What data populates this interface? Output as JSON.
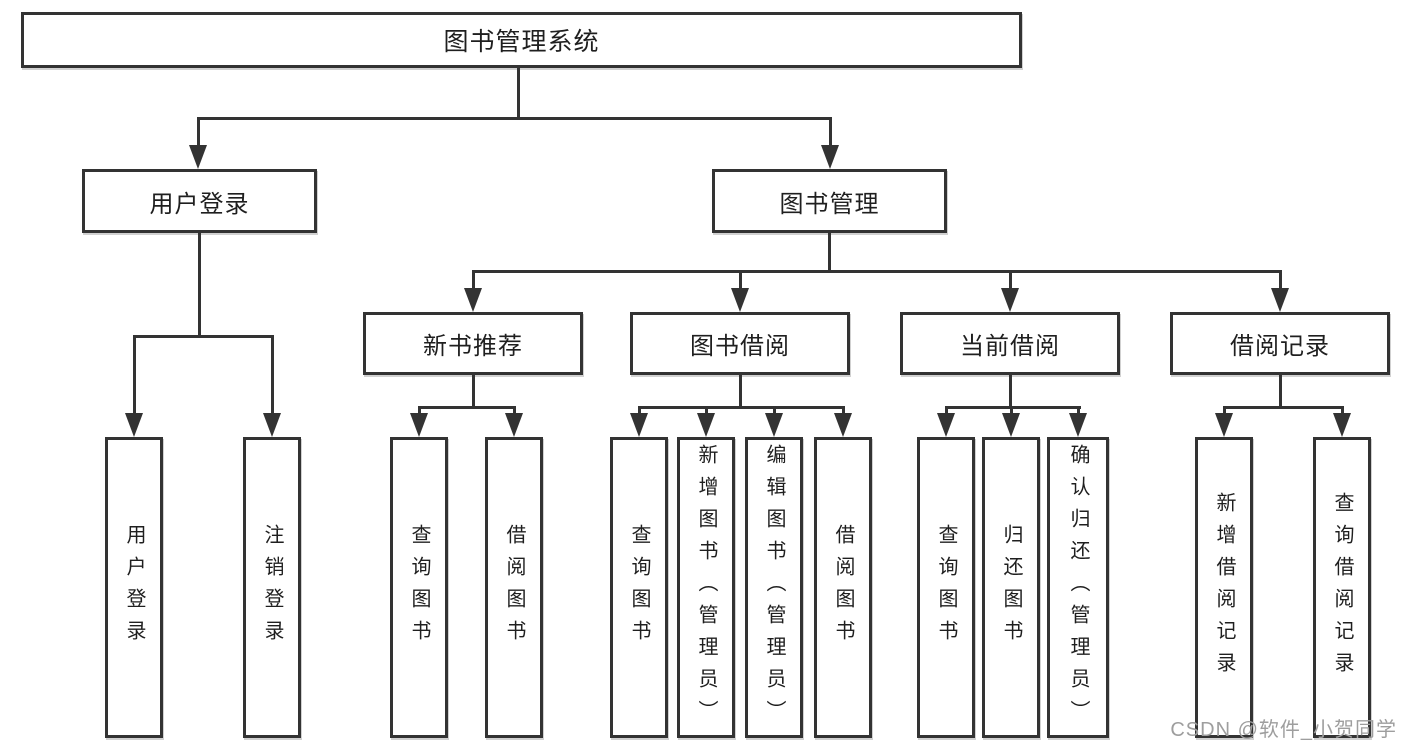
{
  "diagram": {
    "type": "hierarchy-tree",
    "colors": {
      "line": "#333333",
      "text": "#1f1f1f",
      "background": "#ffffff",
      "watermark": "#9e9e9e"
    },
    "root": {
      "label": "图书管理系统"
    },
    "branches": [
      {
        "label": "用户登录",
        "children": [
          {
            "label": "用户登录"
          },
          {
            "label": "注销登录"
          }
        ]
      },
      {
        "label": "图书管理",
        "children": [
          {
            "label": "新书推荐",
            "children": [
              {
                "label": "查询图书"
              },
              {
                "label": "借阅图书"
              }
            ]
          },
          {
            "label": "图书借阅",
            "children": [
              {
                "label": "查询图书"
              },
              {
                "label": "新增图书（管理员）"
              },
              {
                "label": "编辑图书（管理员）"
              },
              {
                "label": "借阅图书"
              }
            ]
          },
          {
            "label": "当前借阅",
            "children": [
              {
                "label": "查询图书"
              },
              {
                "label": "归还图书"
              },
              {
                "label": "确认归还（管理员）"
              }
            ]
          },
          {
            "label": "借阅记录",
            "children": [
              {
                "label": "新增借阅记录"
              },
              {
                "label": "查询借阅记录"
              }
            ]
          }
        ]
      }
    ],
    "watermark": "CSDN @软件_小贺同学"
  }
}
